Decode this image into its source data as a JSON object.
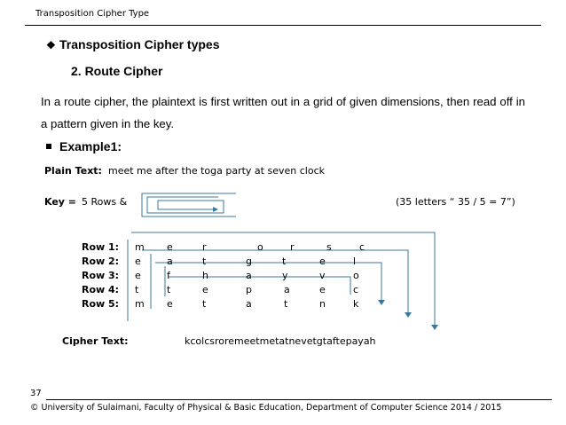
{
  "header": {
    "title": "Transposition Cipher Type"
  },
  "section_heading": "Transposition Cipher types",
  "subheading": "2.   Route Cipher",
  "body_text": "In a route cipher, the plaintext is first written out in a grid of given dimensions, then read off in a pattern given in the key.",
  "example_heading": "Example1:",
  "plain_text_label": "Plain Text:",
  "plain_text_value": "meet me after the toga party at seven clock",
  "key_label": "Key =",
  "key_value": "5 Rows  &",
  "letter_note": "(35 letters “ 35 / 5 = 7”)",
  "grid": {
    "rows": [
      {
        "label": "Row 1:",
        "letters": [
          "m",
          "e",
          "r",
          "o",
          "r",
          "s",
          "c"
        ]
      },
      {
        "label": "Row 2:",
        "letters": [
          "e",
          "a",
          "t",
          "g",
          "t",
          "e",
          "l"
        ]
      },
      {
        "label": "Row 3:",
        "letters": [
          "e",
          "f",
          "h",
          "a",
          "y",
          "v",
          "o"
        ]
      },
      {
        "label": "Row 4:",
        "letters": [
          "t",
          "t",
          "e",
          "p",
          "a",
          "e",
          "c"
        ]
      },
      {
        "label": "Row 5:",
        "letters": [
          "m",
          "e",
          "t",
          "a",
          "t",
          "n",
          "k"
        ]
      }
    ]
  },
  "cipher_text_label": "Cipher Text:",
  "cipher_text_value": "kcolcsroremeetmetatnevetgtaftepayah",
  "footer": {
    "page_number": "37",
    "institution": "© University of Sulaimani, Faculty of Physical & Basic Education, Department of Computer Science  2014 / 2015"
  },
  "colors": {
    "route_arrows": "#3a7a9c",
    "key_icon": "#3a7a9c"
  }
}
